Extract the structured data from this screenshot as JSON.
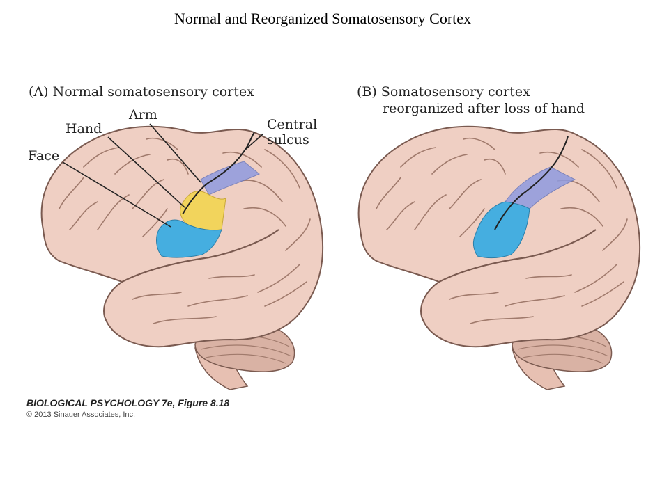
{
  "slide": {
    "title": "Normal and Reorganized Somatosensory Cortex"
  },
  "panel_a": {
    "title": "(A)  Normal somatosensory cortex",
    "labels": {
      "arm": "Arm",
      "hand": "Hand",
      "face": "Face",
      "central_line1": "Central",
      "central_line2": "sulcus"
    }
  },
  "panel_b": {
    "title_line1": "(B)  Somatosensory cortex",
    "title_line2": "reorganized after loss of hand"
  },
  "credit": {
    "line1": "BIOLOGICAL PSYCHOLOGY 7e, Figure 8.18",
    "line2": "© 2013 Sinauer Associates, Inc."
  },
  "colors": {
    "brain": "#efcfc3",
    "brain_outline": "#7a5a50",
    "gyri": "#a07a6c",
    "arm_region": "#8f9be0",
    "hand_region": "#f2d45c",
    "face_region": "#45aee0",
    "cerebellum": "#d9b2a4"
  }
}
